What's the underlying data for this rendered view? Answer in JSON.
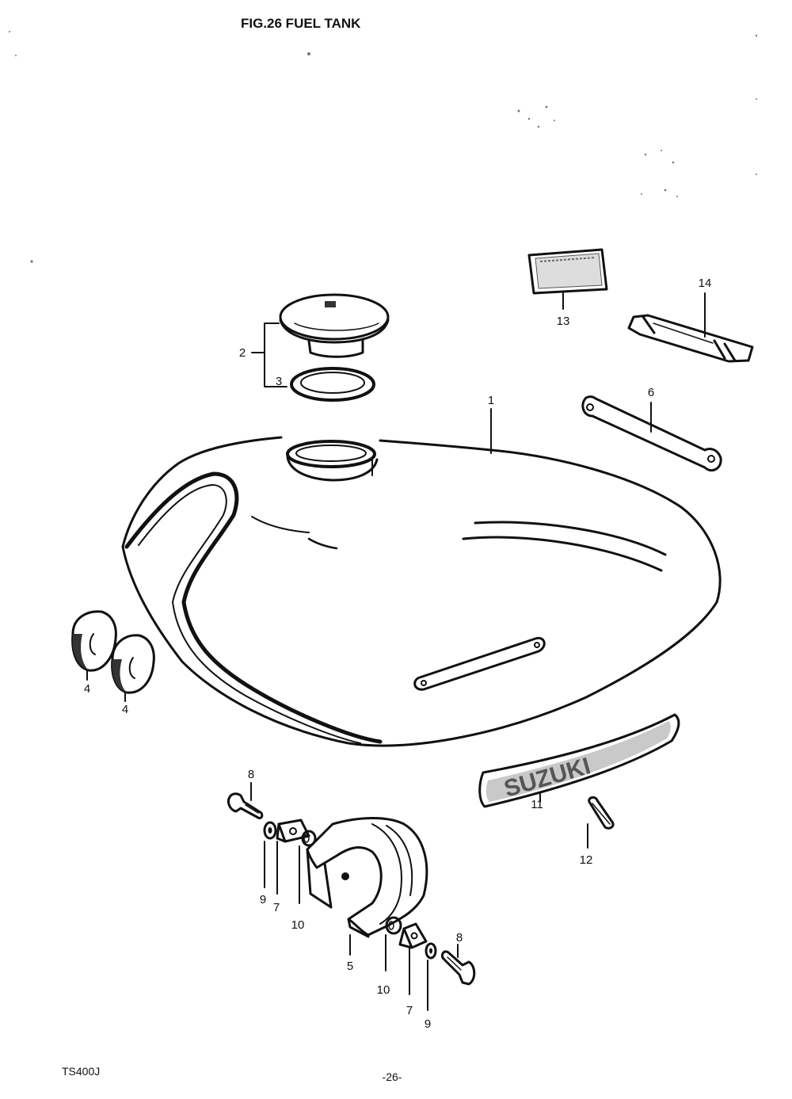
{
  "title": "FIG.26  FUEL TANK",
  "model": "TS400J",
  "page_number": "-26-",
  "callouts": {
    "c1": "1",
    "c2": "2",
    "c3": "3",
    "c4a": "4",
    "c4b": "4",
    "c5": "5",
    "c6": "6",
    "c7a": "7",
    "c7b": "7",
    "c8a": "8",
    "c8b": "8",
    "c9a": "9",
    "c9b": "9",
    "c10a": "10",
    "c10b": "10",
    "c11": "11",
    "c12": "12",
    "c13": "13",
    "c14": "14"
  },
  "emblem_lettering": "SUZUKI"
}
